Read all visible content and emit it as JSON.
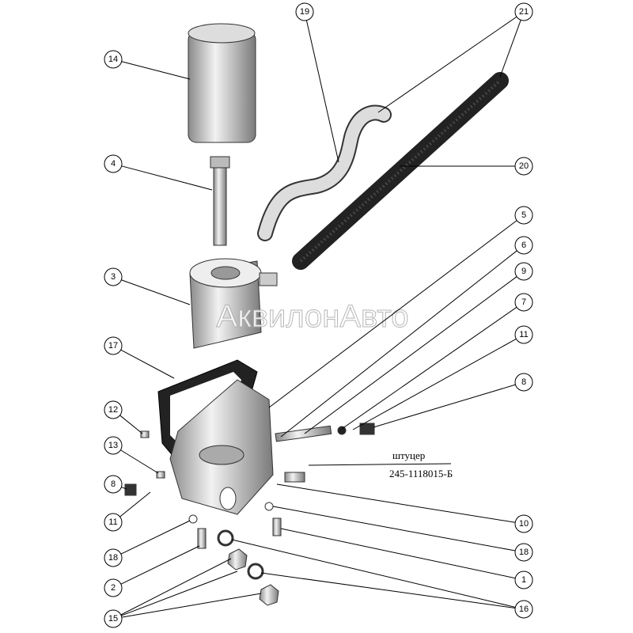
{
  "watermark": "АквилонАвто",
  "note": {
    "line1": "штуцер",
    "line2": "245-1118015-Б"
  },
  "callouts": [
    "14",
    "4",
    "3",
    "17",
    "12",
    "13",
    "8",
    "11",
    "18",
    "2",
    "15",
    "19",
    "21",
    "20",
    "5",
    "6",
    "9",
    "7",
    "11",
    "8",
    "10",
    "18",
    "1",
    "16"
  ],
  "colors": {
    "line": "#000000",
    "part": "#cfcfcf",
    "hose": "#2a2a2a"
  }
}
